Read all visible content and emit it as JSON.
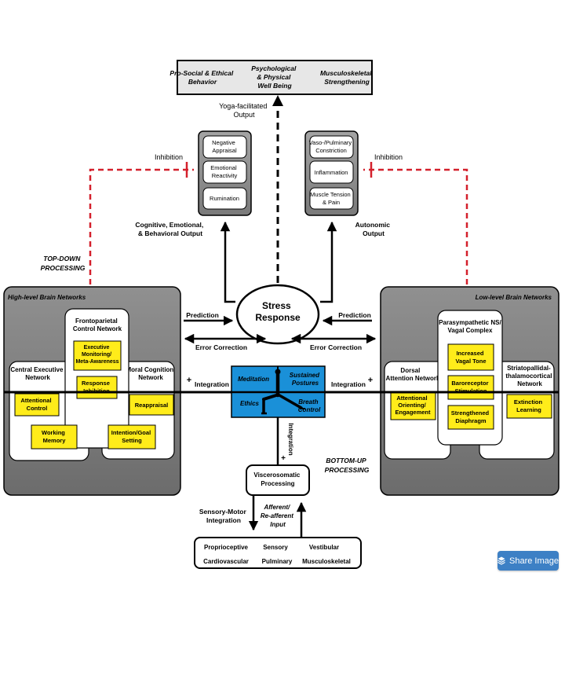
{
  "outputs": {
    "prosocial": [
      "Pro-Social & Ethical",
      "Behavior"
    ],
    "wellbeing": [
      "Psychological",
      "& Physical",
      "Well Being"
    ],
    "musculo": [
      "Musculoskeletal",
      "Strengthening"
    ]
  },
  "yoga_output": [
    "Yoga-facilitated",
    "Output"
  ],
  "cognitive_box": {
    "negative_appraisal": [
      "Negative",
      "Appraisal"
    ],
    "emotional_reactivity": [
      "Emotional",
      "Reactivity"
    ],
    "rumination": [
      "Rumination"
    ]
  },
  "autonomic_box": {
    "vaso": [
      "Vaso-/Pulminary",
      "Constriction"
    ],
    "inflammation": [
      "Inflammation"
    ],
    "muscle_tension": [
      "Muscle Tension",
      "& Pain"
    ]
  },
  "inhibition_left": "Inhibition",
  "inhibition_right": "Inhibition",
  "cognitive_output": [
    "Cognitive, Emotional,",
    "& Behavioral Output"
  ],
  "autonomic_output": [
    "Autonomic",
    "Output"
  ],
  "top_down": [
    "TOP-DOWN",
    "PROCESSING"
  ],
  "bottom_up": [
    "BOTTOM-UP",
    "PROCESSING"
  ],
  "stress": [
    "Stress",
    "Response"
  ],
  "prediction_left": "Prediction",
  "prediction_right": "Prediction",
  "error_left": "Error Correction",
  "error_right": "Error Correction",
  "integration_left": "Integration",
  "integration_right": "Integration",
  "integration_vertical": "Integration",
  "plus_sign": "+",
  "high_level": {
    "title": "High-level Brain Networks",
    "frontoparietal": [
      "Frontoparietal",
      "Control Network"
    ],
    "executive_monitoring": [
      "Executive",
      "Monitoring/",
      "Meta-Awareness"
    ],
    "response_inhibition": [
      "Response",
      "Inhibition"
    ],
    "central_executive": [
      "Central Executive",
      "Network"
    ],
    "attentional_control": [
      "Attentional",
      "Control"
    ],
    "working_memory": [
      "Working",
      "Memory"
    ],
    "moral_cognition": [
      "Moral Cognition",
      "Network"
    ],
    "reappraisal": [
      "Reappraisal"
    ],
    "intention_goal": [
      "Intention/Goal",
      "Setting"
    ]
  },
  "low_level": {
    "title": "Low-level Brain Networks",
    "parasympathetic": [
      "Parasympathetic NS/",
      "Vagal Complex"
    ],
    "increased_vagal": [
      "Increased",
      "Vagal Tone"
    ],
    "baroreceptor": [
      "Baroreceptor",
      "Stimulation"
    ],
    "strengthened_diaphragm": [
      "Strengthened",
      "Diaphragm"
    ],
    "dorsal_attention": [
      "Dorsal",
      "Attention Network"
    ],
    "attentional_orienting": [
      "Attentional",
      "Orienting/",
      "Engagement"
    ],
    "striatopallidal": [
      "Striatopallidal-",
      "thalamocortical",
      "Network"
    ],
    "extinction_learning": [
      "Extinction",
      "Learning"
    ]
  },
  "yoga": {
    "meditation": "Meditation",
    "sustained": [
      "Sustained",
      "Postures"
    ],
    "ethics": "Ethics",
    "breath": [
      "Breath",
      "Control"
    ]
  },
  "viscerosomatic": [
    "Viscerosomatic",
    "Processing"
  ],
  "sensory_motor": [
    "Sensory-Motor",
    "Integration"
  ],
  "afferent": [
    "Afferent/",
    "Re-afferent",
    "Input"
  ],
  "inputs": {
    "row1": [
      "Proprioceptive",
      "Sensory",
      "Vestibular"
    ],
    "row2": [
      "Cardiovascular",
      "Pulminary",
      "Musculoskeletal"
    ]
  },
  "share_label": "Share Image",
  "colors": {
    "yellow": "#ffec1a",
    "gray_panel": "#808080",
    "blue": "#1a90d8",
    "red_dashed": "#d4202c",
    "share": "#3d80c5"
  },
  "icons": {
    "share": "layers-icon"
  }
}
